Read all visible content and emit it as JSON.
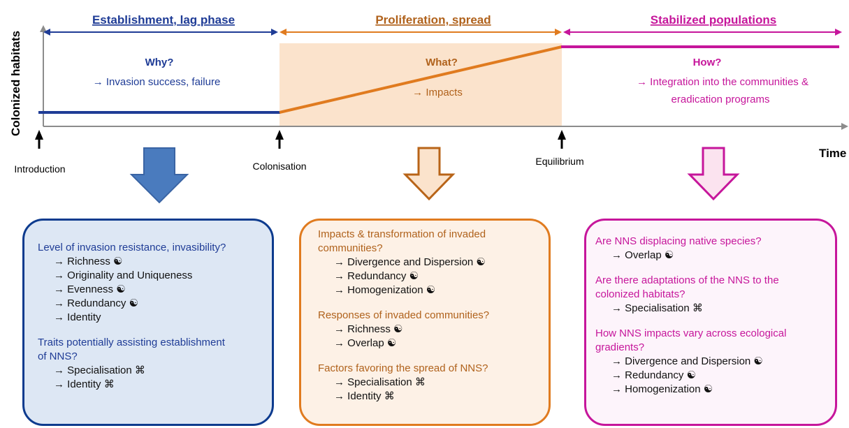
{
  "y_axis_label": "Colonized habitats",
  "x_axis_label": "Time",
  "phases": [
    {
      "title": "Establishment, lag phase",
      "question": "Why?",
      "arrow_text": "→ Invasion success, failure"
    },
    {
      "title": "Proliferation, spread",
      "question": "What?",
      "arrow_text": "→ Impacts"
    },
    {
      "title": "Stabilized populations",
      "question": "How?",
      "arrow_text_1": "→ Integration into the communities &",
      "arrow_text_2": "eradication programs"
    }
  ],
  "timepoints": [
    "Introduction",
    "Colonisation",
    "Equilibrium"
  ],
  "colors": {
    "blue": "#1f3c96",
    "orange": "#e07b1f",
    "magenta": "#c6169b",
    "shade": "#fbe3cc"
  },
  "boxes": {
    "establishment": {
      "q1": "Level of invasion resistance, invasibility?",
      "q1_items": [
        "→ Richness ☯",
        "→ Originality and Uniqueness",
        "→ Evenness ☯",
        "→ Redundancy ☯",
        "→ Identity"
      ],
      "q2_line1": "Traits potentially assisting establishment",
      "q2_line2": "of NNS?",
      "q2_items": [
        "→ Specialisation ⌘",
        "→ Identity ⌘"
      ]
    },
    "proliferation": {
      "q1_line1": "Impacts & transformation of invaded",
      "q1_line2": "communities?",
      "q1_items": [
        "→ Divergence and Dispersion ☯",
        "→ Redundancy ☯",
        "→ Homogenization ☯"
      ],
      "q2": "Responses of invaded communities?",
      "q2_items": [
        "→ Richness ☯",
        "→ Overlap ☯"
      ],
      "q3": "Factors favoring the spread of NNS?",
      "q3_items": [
        "→ Specialisation ⌘",
        "→ Identity ⌘"
      ]
    },
    "stabilized": {
      "q1": "Are NNS displacing native species?",
      "q1_items": [
        "→ Overlap ☯"
      ],
      "q2_line1": "Are there adaptations of the NNS to the",
      "q2_line2": "colonized habitats?",
      "q2_items": [
        "→ Specialisation ⌘"
      ],
      "q3_line1": "How NNS impacts vary across ecological",
      "q3_line2": "gradients?",
      "q3_items": [
        "→ Divergence and Dispersion ☯",
        "→ Redundancy ☯",
        "→ Homogenization ☯"
      ]
    }
  }
}
